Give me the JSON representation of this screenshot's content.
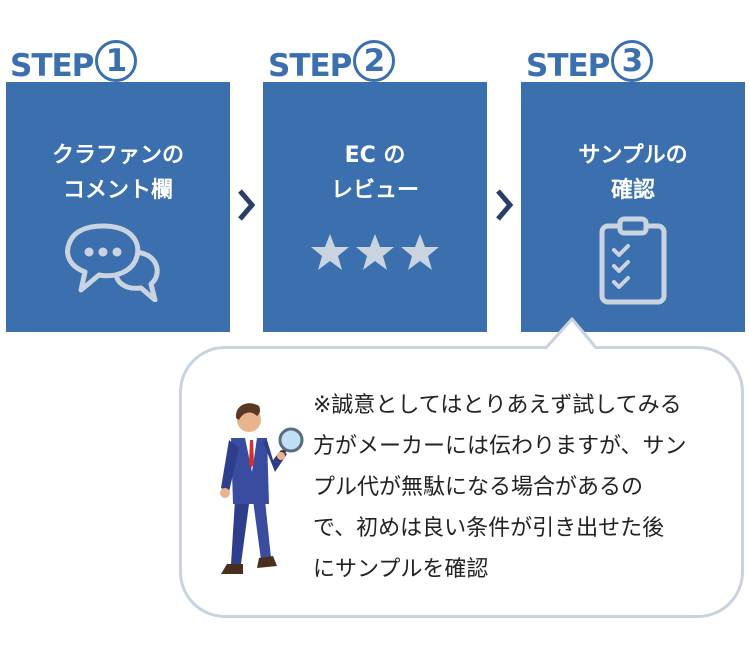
{
  "steps": [
    {
      "step_word": "STEP",
      "number": "1",
      "title_lines": [
        "クラファンの",
        "コメント欄"
      ],
      "icon": "speech-bubbles-icon"
    },
    {
      "step_word": "STEP",
      "number": "2",
      "title_lines": [
        "EC の",
        "レビュー"
      ],
      "icon": "three-stars-icon"
    },
    {
      "step_word": "STEP",
      "number": "3",
      "title_lines": [
        "サンプルの",
        "確認"
      ],
      "icon": "clipboard-checklist-icon"
    }
  ],
  "note": {
    "lines": [
      "※誠意としてはとりあえず試してみる",
      "方がメーカーには伝わりますが、サン",
      "プル代が無駄になる場合があるの",
      "で、初めは良い条件が引き出せた後",
      "にサンプルを確認"
    ],
    "figure": "man-with-magnifying-glass-icon"
  },
  "colors": {
    "primary": "#3b6fae",
    "icon": "#c9d4e0",
    "bubble_border": "#c6d3e0"
  }
}
